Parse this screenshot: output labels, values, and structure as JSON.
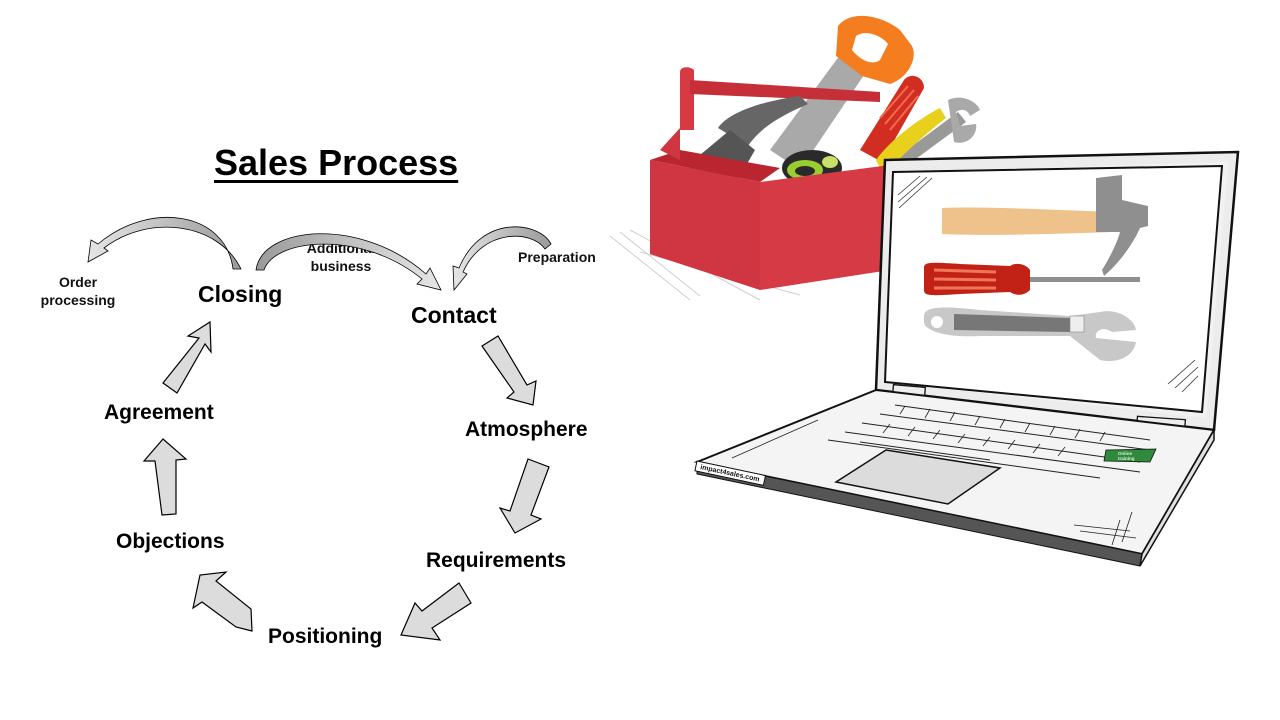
{
  "diagram": {
    "title": "Sales Process",
    "steps": [
      {
        "id": "contact",
        "label": "Contact"
      },
      {
        "id": "atmosphere",
        "label": "Atmosphere"
      },
      {
        "id": "requirements",
        "label": "Requirements"
      },
      {
        "id": "positioning",
        "label": "Positioning"
      },
      {
        "id": "objections",
        "label": "Objections"
      },
      {
        "id": "agreement",
        "label": "Agreement"
      },
      {
        "id": "closing",
        "label": "Closing"
      }
    ],
    "side_flows": {
      "order_processing": {
        "line1": "Order",
        "line2": "processing"
      },
      "additional_business": {
        "line1": "Additional",
        "line2": "business"
      },
      "preparation": "Preparation"
    },
    "arrow_fill": "#dcdcdc",
    "arrow_stroke": "#000000"
  },
  "illustration": {
    "toolbox_color": "#d63a44",
    "laptop_brand": "impact4sales.com",
    "key_label_line1": "Online",
    "key_label_line2": "training",
    "key_color": "#2f8a3c",
    "screen_tools": [
      "hammer",
      "screwdriver",
      "wrench"
    ],
    "toolbox_tools": [
      "saw",
      "hammer",
      "screwdriver",
      "tape-measure",
      "wrench"
    ]
  }
}
